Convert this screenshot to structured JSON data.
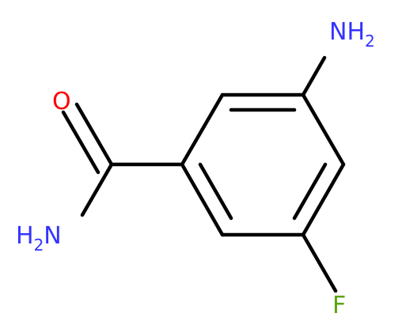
{
  "molecule": {
    "bond_color": "#000000",
    "atoms": {
      "nh2_top": {
        "element": "N",
        "hydrogens": "H",
        "count": "2",
        "color": "#3333ff"
      },
      "oxygen": {
        "element": "O",
        "color": "#ff0000"
      },
      "nh2_amide": {
        "element": "N",
        "hydrogens": "H",
        "count": "2",
        "color": "#3333ff"
      },
      "fluorine": {
        "element": "F",
        "color": "#5ba30e"
      }
    }
  }
}
